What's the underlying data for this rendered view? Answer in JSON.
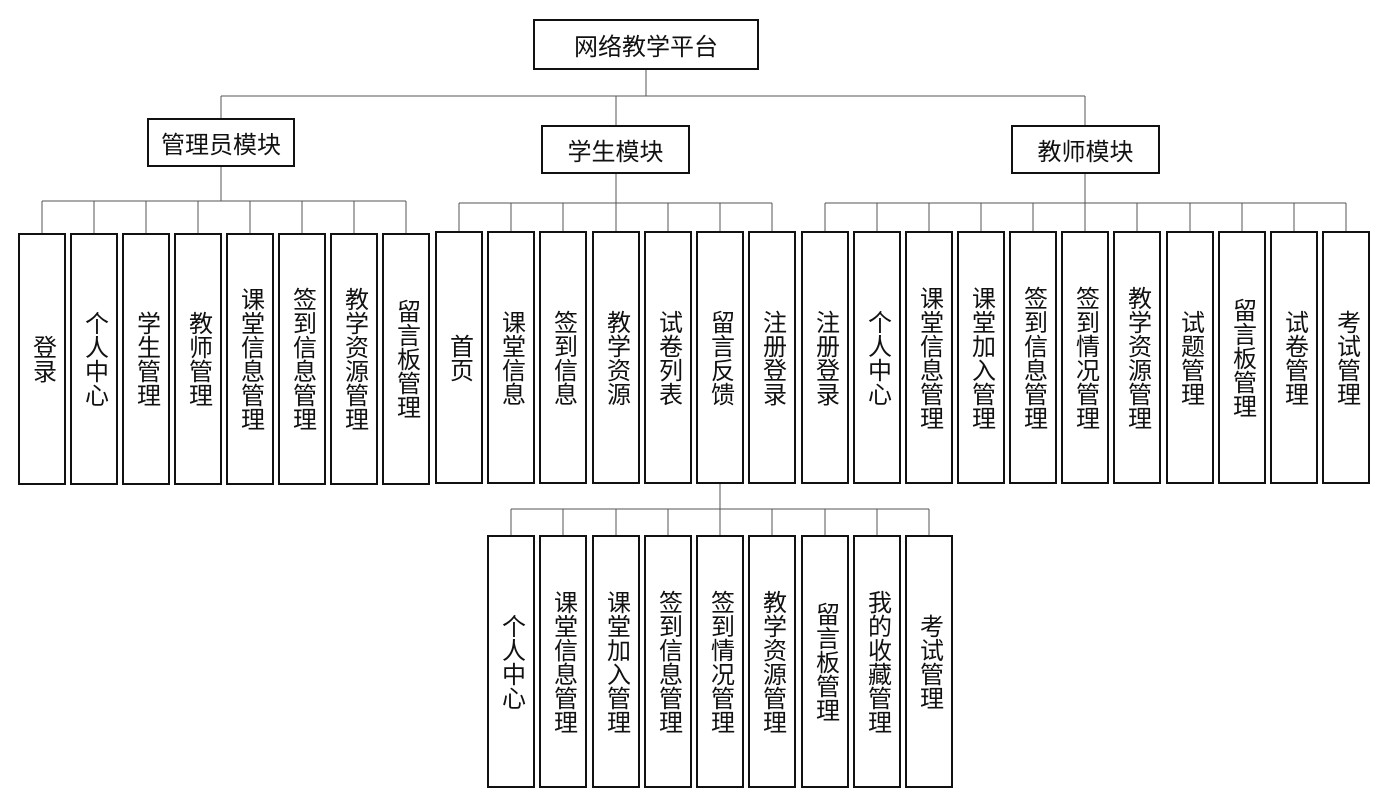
{
  "root": {
    "label": "网络教学平台"
  },
  "modules": {
    "admin": {
      "label": "管理员模块",
      "items": [
        "登录",
        "个人中心",
        "学生管理",
        "教师管理",
        "课堂信息管理",
        "签到信息管理",
        "教学资源管理",
        "留言板管理"
      ]
    },
    "student": {
      "label": "学生模块",
      "items": [
        "首页",
        "课堂信息",
        "签到信息",
        "教学资源",
        "试卷列表",
        "留言反馈",
        "注册登录"
      ]
    },
    "teacher": {
      "label": "教师模块",
      "items": [
        "注册登录",
        "个人中心",
        "课堂信息管理",
        "课堂加入管理",
        "签到信息管理",
        "签到情况管理",
        "教学资源管理",
        "试题管理",
        "留言板管理",
        "试卷管理",
        "考试管理"
      ]
    },
    "student_sub": {
      "items": [
        "个人中心",
        "课堂信息管理",
        "课堂加入管理",
        "签到信息管理",
        "签到情况管理",
        "教学资源管理",
        "留言板管理",
        "我的收藏管理",
        "考试管理"
      ]
    }
  },
  "colors": {
    "border": "#111111",
    "line": "#555555",
    "background": "#ffffff"
  }
}
